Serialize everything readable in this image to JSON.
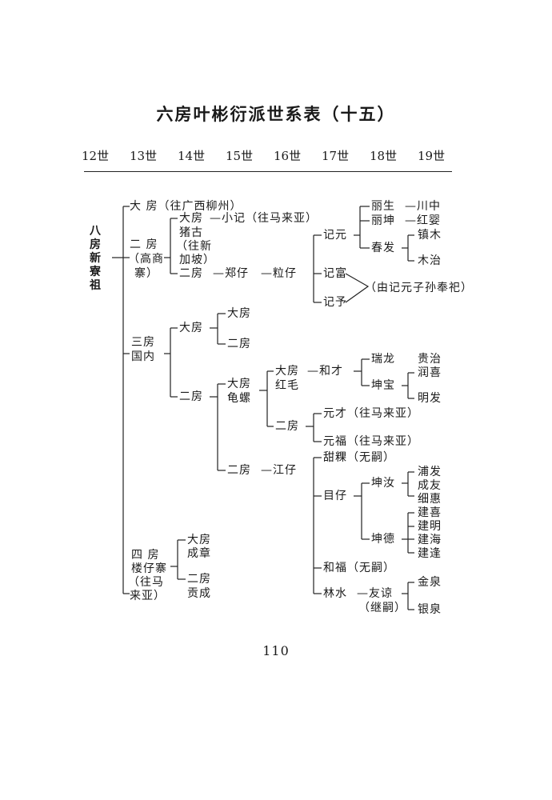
{
  "title": "六房叶彬衍派世系表（十五）",
  "generations": [
    "12世",
    "13世",
    "14世",
    "15世",
    "16世",
    "17世",
    "18世",
    "19世"
  ],
  "ancestor": "八房新寮祖",
  "g13": {
    "da_fang": "大 房（往广西柳州）",
    "er_fang_a": "二 房",
    "er_fang_b": "（高商",
    "er_fang_c": "寨）",
    "san_fang_a": "三房",
    "san_fang_b": "国内",
    "si_fang_a": "四 房",
    "si_fang_b": "楼仔寨",
    "si_fang_c": "（往马",
    "si_fang_d": "来亚）"
  },
  "g14": {
    "e_da_fang": "大房",
    "zhu_gu_a": "猪古",
    "zhu_gu_b": "（往新",
    "zhu_gu_c": "加坡）",
    "e_er_fang": "二房",
    "s_da_fang": "大房",
    "s_er_fang": "二房",
    "si_da_fang": "大房",
    "cheng_zhang": "成章",
    "si_er_fang": "二房",
    "gong_cheng": "贡成"
  },
  "g15": {
    "xiao_ji": "—小记（往马来亚）",
    "zheng_zai": "—郑仔",
    "da_fang": "大房",
    "er_fang": "二房",
    "gm_a": "大房",
    "gm_b": "龟螺",
    "er_fang2": "二房"
  },
  "g16": {
    "li_zai": "—粒仔",
    "hm_a": "大房",
    "hm_b": "红毛",
    "er_fang": "二房",
    "jiang_zai": "—江仔"
  },
  "g17": {
    "ji_yuan": "记元",
    "ji_fu": "记富",
    "ji_zi": "记予",
    "he_cai": "—和才",
    "yuan_cai": "元才（往马来亚）",
    "yuan_fu": "元福（往马来亚）",
    "gan_mi": "甜粿（无嗣）",
    "mu_zai": "目仔",
    "he_fu": "和福（无嗣）",
    "lin_shui": "林水"
  },
  "g18": {
    "li_sheng": "丽生",
    "li_kun": "丽坤",
    "chun_fa": "春发",
    "lineage_note": "（由记元子孙奉祀）",
    "rui_long": "瑞龙",
    "kun_bao": "坤宝",
    "kun_ru": "坤汝",
    "kun_de": "坤德",
    "you_liang": "—友谅",
    "ji_si": "（继嗣）"
  },
  "g19": {
    "chuan_zhong": "—川中",
    "hong_ying": "—红婴",
    "zhen_mu": "镇木",
    "mu_zhi": "木治",
    "gui_zhi": "贵治",
    "run_xi": "润喜",
    "ming_fa": "明发",
    "pu_fa": "浦发",
    "cheng_you": "成友",
    "xi_hui": "细惠",
    "jian_xi": "建喜",
    "jian_ming": "建明",
    "jian_hai": "建海",
    "jian_feng": "建逢",
    "jin_quan": "金泉",
    "yin_quan": "银泉"
  },
  "page_number": "110",
  "colors": {
    "ink": "#1a1a1a",
    "paper": "#ffffff"
  }
}
